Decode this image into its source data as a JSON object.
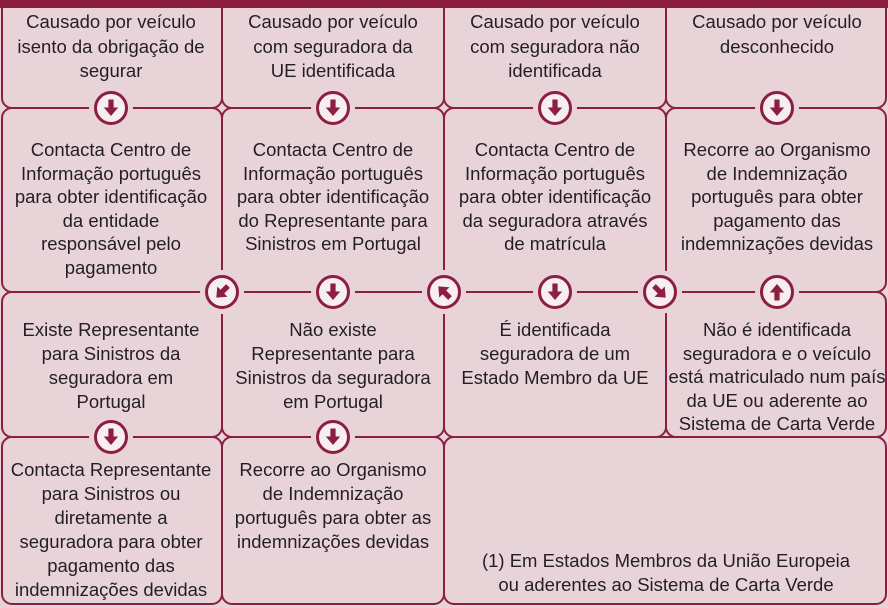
{
  "colors": {
    "accent": "#8b1e41",
    "background": "#e8d3d8",
    "text": "#231f20",
    "icon_fill": "#f7eef0"
  },
  "cases": [
    {
      "text": "Causado por veículo\nisento da obrigação de\nsegurar"
    },
    {
      "text": "Causado por veículo\ncom seguradora da\nUE identificada"
    },
    {
      "text": "Causado por veículo\ncom seguradora não\nidentificada"
    },
    {
      "text": "Causado por veículo\ndesconhecido"
    }
  ],
  "first_steps": [
    {
      "text": "Contacta Centro de\nInformação português\npara obter identificação\nda entidade\nresponsável pelo\npagamento"
    },
    {
      "text": "Contacta Centro de\nInformação português\npara obter identificação\ndo Representante para\nSinistros em Portugal"
    },
    {
      "text": "Contacta Centro de\nInformação português\npara obter identificação\nda seguradora através\nde matrícula"
    },
    {
      "text": "Recorre ao Organismo\nde Indemnização\nportuguês para obter\npagamento das\nindemnizações devidas"
    }
  ],
  "outcomes": [
    {
      "text": "Existe Representante\npara Sinistros da\nseguradora em\nPortugal"
    },
    {
      "text": "Não existe\nRepresentante para\nSinistros da seguradora\nem Portugal"
    },
    {
      "text": "É identificada\nseguradora de um\nEstado Membro da UE"
    },
    {
      "text": "Não é identificada\nseguradora e o veículo\nestá matriculado num país\nda UE ou aderente ao\nSistema de Carta Verde"
    }
  ],
  "final_steps": [
    {
      "text": "Contacta Representante\npara Sinistros ou\ndiretamente a\nseguradora para obter\npagamento das\nindemnizações devidas"
    },
    {
      "text": "Recorre ao Organismo\nde Indemnização\nportuguês para obter as\nindemnizações devidas"
    }
  ],
  "footnote": "(1) Em Estados Membros da União Europeia\nou aderentes ao Sistema de Carta Verde",
  "connectors": [
    "arrow-down-icon",
    "arrow-down-icon",
    "arrow-down-icon",
    "arrow-down-icon",
    "arrow-down-left-icon",
    "arrow-down-icon",
    "arrow-up-left-icon",
    "arrow-down-icon",
    "arrow-down-right-icon",
    "arrow-up-icon",
    "arrow-down-icon",
    "arrow-down-icon"
  ]
}
